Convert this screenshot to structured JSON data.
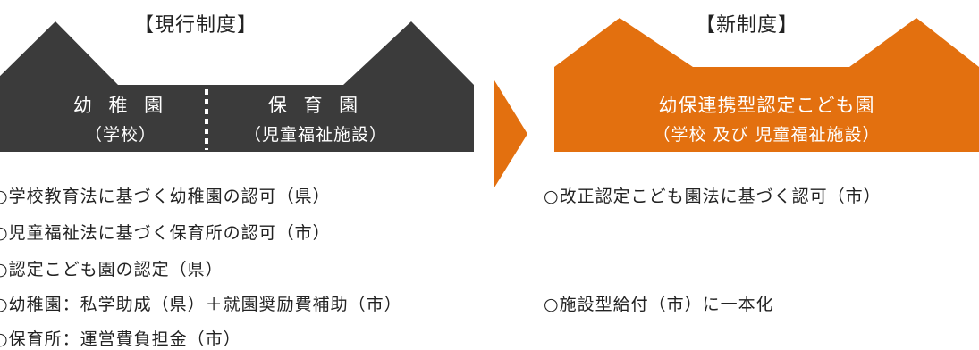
{
  "current": {
    "title": "【現行制度】",
    "kindergarten": {
      "name": "幼 稚 園",
      "type": "（学校）"
    },
    "nursery": {
      "name": "保 育 園",
      "type": "（児童福祉施設）"
    },
    "notes": [
      "○学校教育法に基づく幼稚園の認可（県）",
      "○児童福祉法に基づく保育所の認可（市）",
      "○認定こども園の認定（県）",
      "○幼稚園：私学助成（県）＋就園奨励費補助（市）",
      "○保育所：運営費負担金（市）"
    ]
  },
  "new": {
    "title": "【新制度】",
    "facility": {
      "name": "幼保連携型認定こども園",
      "type": "（学校 及び 児童福祉施設）"
    },
    "notes": [
      "○改正認定こども園法に基づく認可（市）",
      "○施設型給付（市）に一本化"
    ]
  },
  "colors": {
    "current_house": "#3b3b3b",
    "new_house": "#e3700f",
    "arrow": "#e3700f",
    "text": "#222222"
  }
}
